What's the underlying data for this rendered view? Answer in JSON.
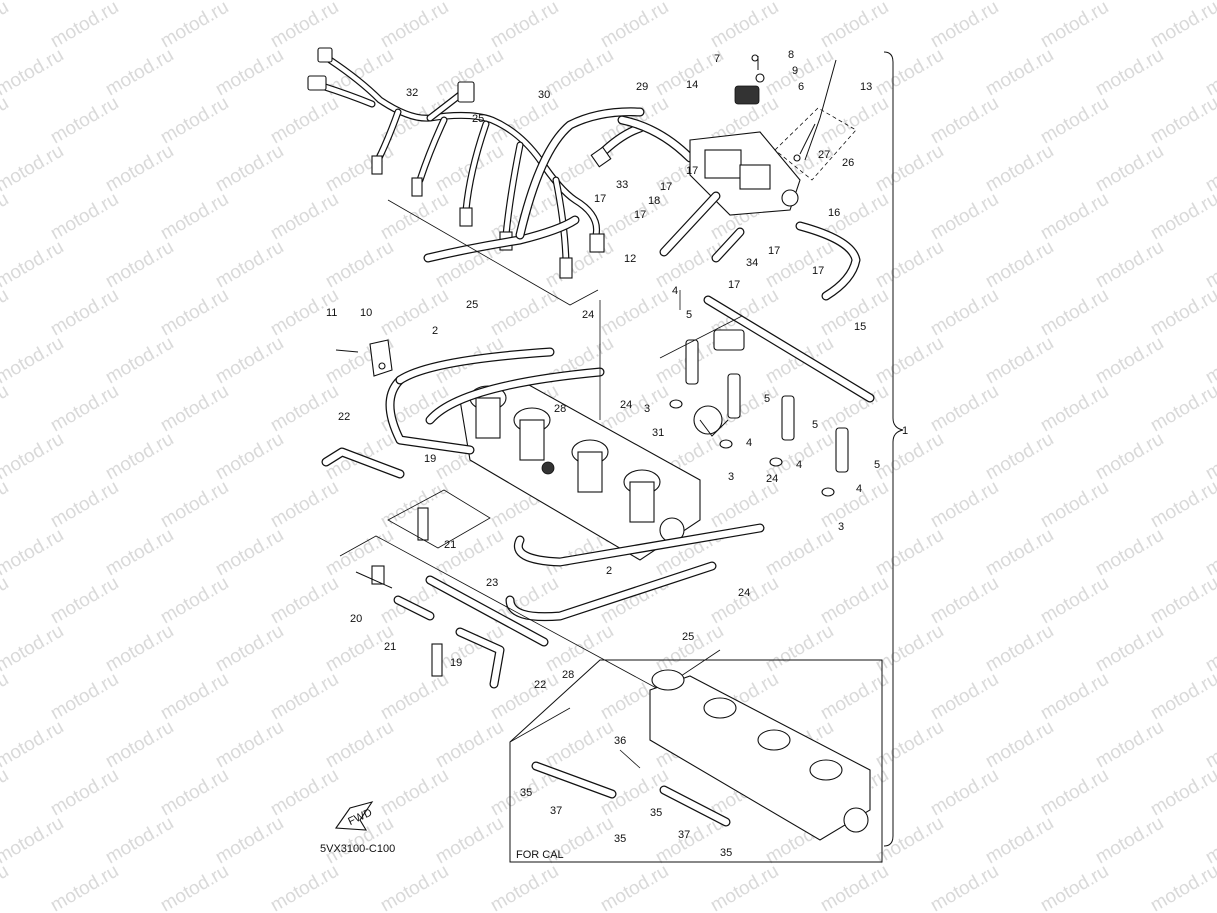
{
  "watermark": "motod.ru",
  "diagram_code": "5VX3100-C100",
  "inset_label": "FOR CAL",
  "fwd_label": "FWD",
  "callouts": [
    {
      "id": "c1",
      "text": "1"
    },
    {
      "id": "c2a",
      "text": "2"
    },
    {
      "id": "c2b",
      "text": "2"
    },
    {
      "id": "c3a",
      "text": "3"
    },
    {
      "id": "c3b",
      "text": "3"
    },
    {
      "id": "c3c",
      "text": "3"
    },
    {
      "id": "c4a",
      "text": "4"
    },
    {
      "id": "c4b",
      "text": "4"
    },
    {
      "id": "c4c",
      "text": "4"
    },
    {
      "id": "c4d",
      "text": "4"
    },
    {
      "id": "c5a",
      "text": "5"
    },
    {
      "id": "c5b",
      "text": "5"
    },
    {
      "id": "c5c",
      "text": "5"
    },
    {
      "id": "c5d",
      "text": "5"
    },
    {
      "id": "c6",
      "text": "6"
    },
    {
      "id": "c7",
      "text": "7"
    },
    {
      "id": "c8",
      "text": "8"
    },
    {
      "id": "c9",
      "text": "9"
    },
    {
      "id": "c10",
      "text": "10"
    },
    {
      "id": "c11",
      "text": "11"
    },
    {
      "id": "c12",
      "text": "12"
    },
    {
      "id": "c13",
      "text": "13"
    },
    {
      "id": "c14",
      "text": "14"
    },
    {
      "id": "c15",
      "text": "15"
    },
    {
      "id": "c16",
      "text": "16"
    },
    {
      "id": "c17a",
      "text": "17"
    },
    {
      "id": "c17b",
      "text": "17"
    },
    {
      "id": "c17c",
      "text": "17"
    },
    {
      "id": "c17d",
      "text": "17"
    },
    {
      "id": "c17e",
      "text": "17"
    },
    {
      "id": "c17f",
      "text": "17"
    },
    {
      "id": "c17g",
      "text": "17"
    },
    {
      "id": "c18",
      "text": "18"
    },
    {
      "id": "c19a",
      "text": "19"
    },
    {
      "id": "c19b",
      "text": "19"
    },
    {
      "id": "c20",
      "text": "20"
    },
    {
      "id": "c21a",
      "text": "21"
    },
    {
      "id": "c21b",
      "text": "21"
    },
    {
      "id": "c22a",
      "text": "22"
    },
    {
      "id": "c22b",
      "text": "22"
    },
    {
      "id": "c23",
      "text": "23"
    },
    {
      "id": "c24a",
      "text": "24"
    },
    {
      "id": "c24b",
      "text": "24"
    },
    {
      "id": "c24c",
      "text": "24"
    },
    {
      "id": "c24d",
      "text": "24"
    },
    {
      "id": "c25a",
      "text": "25"
    },
    {
      "id": "c25b",
      "text": "25"
    },
    {
      "id": "c25c",
      "text": "25"
    },
    {
      "id": "c26",
      "text": "26"
    },
    {
      "id": "c27",
      "text": "27"
    },
    {
      "id": "c28a",
      "text": "28"
    },
    {
      "id": "c28b",
      "text": "28"
    },
    {
      "id": "c29",
      "text": "29"
    },
    {
      "id": "c30",
      "text": "30"
    },
    {
      "id": "c31",
      "text": "31"
    },
    {
      "id": "c32",
      "text": "32"
    },
    {
      "id": "c33",
      "text": "33"
    },
    {
      "id": "c34",
      "text": "34"
    },
    {
      "id": "c35a",
      "text": "35"
    },
    {
      "id": "c35b",
      "text": "35"
    },
    {
      "id": "c35c",
      "text": "35"
    },
    {
      "id": "c35d",
      "text": "35"
    },
    {
      "id": "c36",
      "text": "36"
    },
    {
      "id": "c37a",
      "text": "37"
    },
    {
      "id": "c37b",
      "text": "37"
    }
  ]
}
